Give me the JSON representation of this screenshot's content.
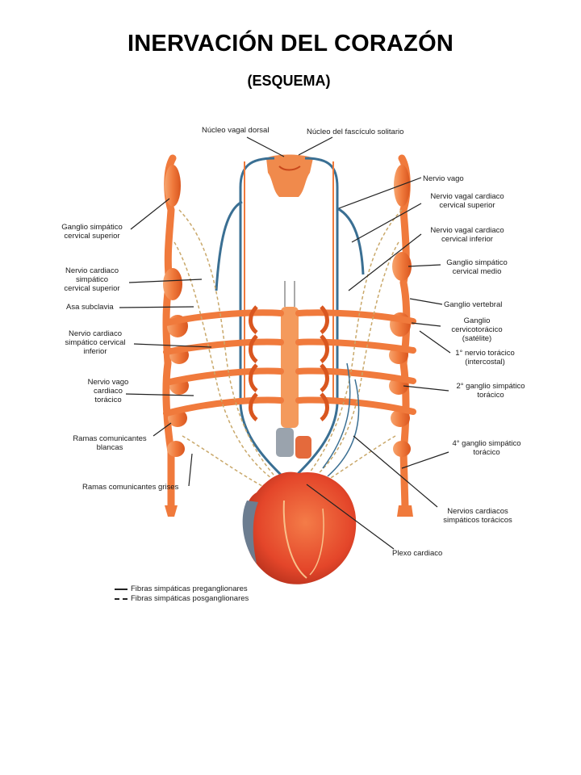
{
  "title": "INERVACIÓN DEL CORAZÓN",
  "subtitle": "(ESQUEMA)",
  "labels": {
    "nucleo_vagal_dorsal": "Núcleo vagal dorsal",
    "nucleo_fasciculo_solitario": "Núcleo del fascículo solitario",
    "nervio_vago": "Nervio vago",
    "nervio_vagal_cardiaco_sup": [
      "Nervio vagal cardiaco",
      "cervical superior"
    ],
    "nervio_vagal_cardiaco_inf": [
      "Nervio vagal cardiaco",
      "cervical inferior"
    ],
    "ganglio_simpatico_cervical_medio": [
      "Ganglio simpático",
      "cervical medio"
    ],
    "ganglio_vertebral": "Ganglio vertebral",
    "ganglio_cervicotoracico": [
      "Ganglio",
      "cervicotorácico",
      "(satélite)"
    ],
    "primer_nervio_toracico": [
      "1° nervio torácico",
      "(intercostal)"
    ],
    "segundo_ganglio": [
      "2° ganglio simpático",
      "torácico"
    ],
    "cuarto_ganglio": [
      "4° ganglio simpático",
      "torácico"
    ],
    "nervios_cardiacos_toracicos": [
      "Nervios cardiacos",
      "simpáticos torácicos"
    ],
    "plexo_cardiaco": "Plexo cardiaco",
    "ganglio_simpatico_cervical_superior": [
      "Ganglio simpático",
      "cervical superior"
    ],
    "nervio_cardiaco_simpatico_sup": [
      "Nervio cardiaco",
      "simpático",
      "cervical superior"
    ],
    "asa_subclavia": "Asa subclavia",
    "nervio_cardiaco_simpatico_inf": [
      "Nervio cardiaco",
      "simpático cervical",
      "inferior"
    ],
    "nervio_vago_cardiaco_toracico": [
      "Nervio vago",
      "cardiaco",
      "torácico"
    ],
    "ramas_comunicantes_blancas": [
      "Ramas comunicantes",
      "blancas"
    ],
    "ramas_comunicantes_grises": "Ramas comunicantes grises"
  },
  "legend": [
    {
      "style": "solid",
      "text": "Fibras simpáticas preganglionares"
    },
    {
      "style": "dashed",
      "text": "Fibras simpáticas posganglionares"
    }
  ],
  "colors": {
    "chain": "#f07a3c",
    "chain_dark": "#d2551c",
    "nerve_blue": "#3a6f93",
    "heart": "#e8502a",
    "leader": "#222222"
  }
}
